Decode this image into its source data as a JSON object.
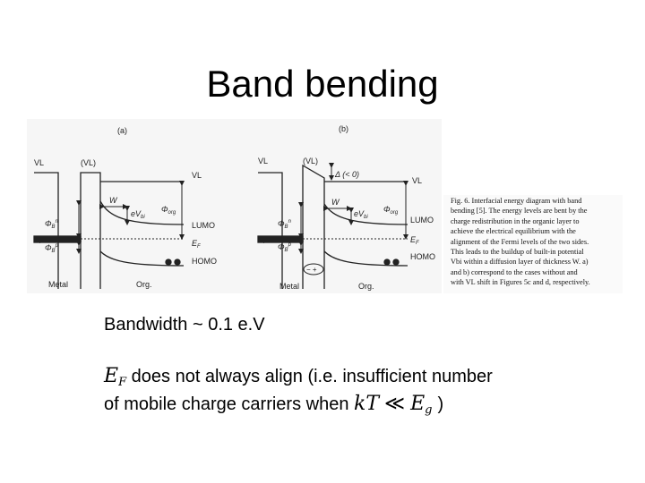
{
  "slide": {
    "title": "Band bending",
    "bandwidth_text": "Bandwidth ~ 0.1 e.V",
    "line2_text": " does not always align (i.e. insufficient number",
    "line3_text": "of mobile charge carriers when ",
    "line3_end": ")",
    "math_ef": "E",
    "math_ef_sub": "F",
    "math_kt": "kT",
    "math_ll": "≪",
    "math_eg": "E",
    "math_eg_sub": "g"
  },
  "figure": {
    "panel_a": {
      "label": "(a)",
      "vl_left": "VL",
      "vl_paren": "(VL)",
      "vl_right": "VL",
      "w": "W",
      "evbi": "eV",
      "evbi_sub": "bi",
      "phi_org": "Φ",
      "phi_org_sub": "org",
      "phib_n": "Φ",
      "phib_n_sub": "B",
      "phib_n_sup": "n",
      "phib_p": "Φ",
      "phib_p_sub": "B",
      "phib_p_sup": "p",
      "ef_left": "E",
      "ef_left_sub": "F",
      "lumo": "LUMO",
      "ef_right": "E",
      "ef_right_sub": "F",
      "homo": "HOMO",
      "metal": "Metal",
      "org": "Org."
    },
    "panel_b": {
      "label": "(b)",
      "vl_left": "VL",
      "vl_paren": "(VL)",
      "delta": "Δ (< 0)",
      "vl_right": "VL",
      "w": "W",
      "evbi": "eV",
      "evbi_sub": "bi",
      "phi_org": "Φ",
      "phi_org_sub": "org",
      "phib_n": "Φ",
      "phib_n_sub": "B",
      "phib_n_sup": "n",
      "phib_p": "Φ",
      "phib_p_sub": "B",
      "phib_p_sup": "p",
      "ef_left": "E",
      "ef_left_sub": "F",
      "lumo": "LUMO",
      "ef_right": "E",
      "ef_right_sub": "F",
      "homo": "HOMO",
      "dipole": "− +",
      "metal": "Metal",
      "org": "Org."
    },
    "caption": {
      "lines": [
        "Fig. 6. Interfacial energy diagram with band",
        "bending [5]. The energy levels are bent by the",
        "charge redistribution in the organic layer to",
        "achieve the electrical equilibrium with the",
        "alignment of the Fermi levels of the two sides.",
        "This leads to the buildup of built-in potential",
        "Vbi within a diffusion layer of thickness W. a)",
        "and b) correspond to the cases without and",
        "with VL shift in Figures 5c and d, respectively."
      ]
    }
  }
}
